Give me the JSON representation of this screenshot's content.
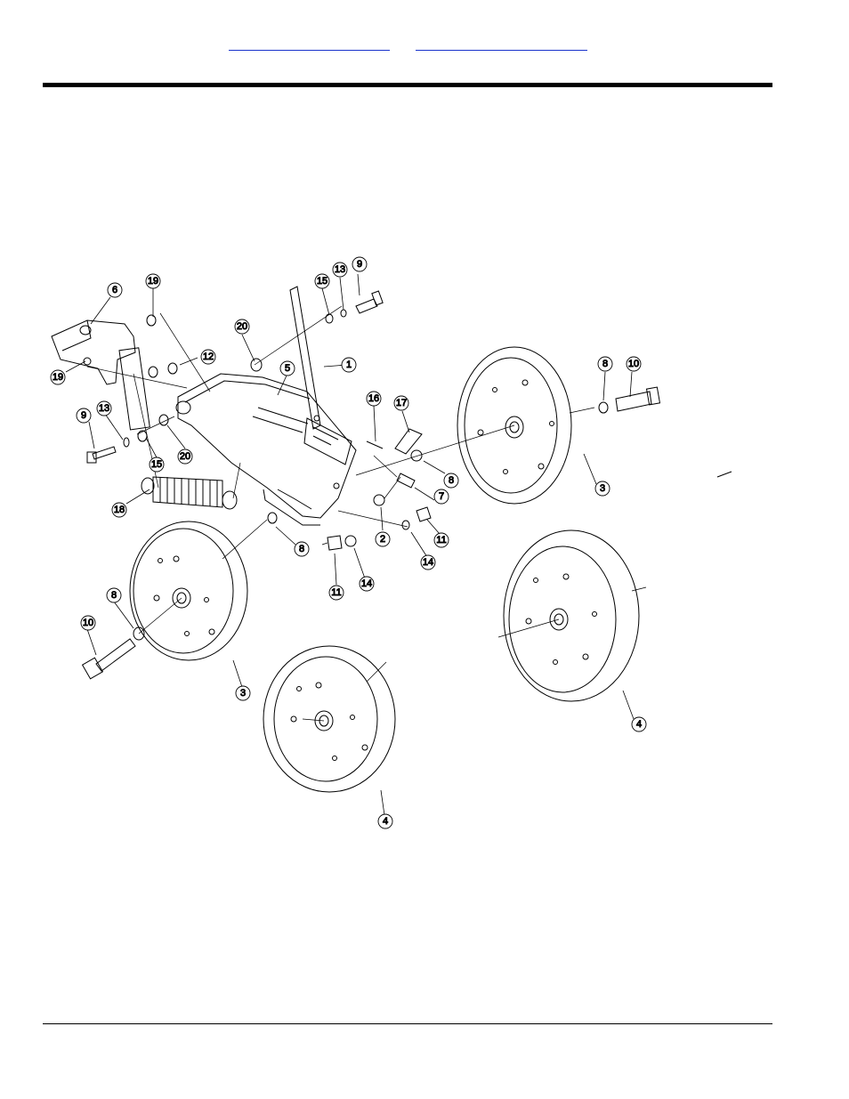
{
  "header": {
    "links": [
      {
        "label": ""
      },
      {
        "label": ""
      }
    ]
  },
  "diagram": {
    "callouts": [
      {
        "id": "c1",
        "label": "1"
      },
      {
        "id": "c2",
        "label": "2"
      },
      {
        "id": "c3a",
        "label": "3"
      },
      {
        "id": "c3b",
        "label": "3"
      },
      {
        "id": "c4a",
        "label": "4"
      },
      {
        "id": "c4b",
        "label": "4"
      },
      {
        "id": "c5",
        "label": "5"
      },
      {
        "id": "c6",
        "label": "6"
      },
      {
        "id": "c7",
        "label": "7"
      },
      {
        "id": "c8a",
        "label": "8"
      },
      {
        "id": "c8b",
        "label": "8"
      },
      {
        "id": "c8c",
        "label": "8"
      },
      {
        "id": "c8d",
        "label": "8"
      },
      {
        "id": "c9a",
        "label": "9"
      },
      {
        "id": "c9b",
        "label": "9"
      },
      {
        "id": "c10a",
        "label": "10"
      },
      {
        "id": "c10b",
        "label": "10"
      },
      {
        "id": "c11a",
        "label": "11"
      },
      {
        "id": "c11b",
        "label": "11"
      },
      {
        "id": "c12",
        "label": "12"
      },
      {
        "id": "c13a",
        "label": "13"
      },
      {
        "id": "c13b",
        "label": "13"
      },
      {
        "id": "c14a",
        "label": "14"
      },
      {
        "id": "c14b",
        "label": "14"
      },
      {
        "id": "c15a",
        "label": "15"
      },
      {
        "id": "c15b",
        "label": "15"
      },
      {
        "id": "c16",
        "label": "16"
      },
      {
        "id": "c17",
        "label": "17"
      },
      {
        "id": "c18",
        "label": "18"
      },
      {
        "id": "c19a",
        "label": "19"
      },
      {
        "id": "c19b",
        "label": "19"
      },
      {
        "id": "c20a",
        "label": "20"
      },
      {
        "id": "c20b",
        "label": "20"
      }
    ]
  }
}
